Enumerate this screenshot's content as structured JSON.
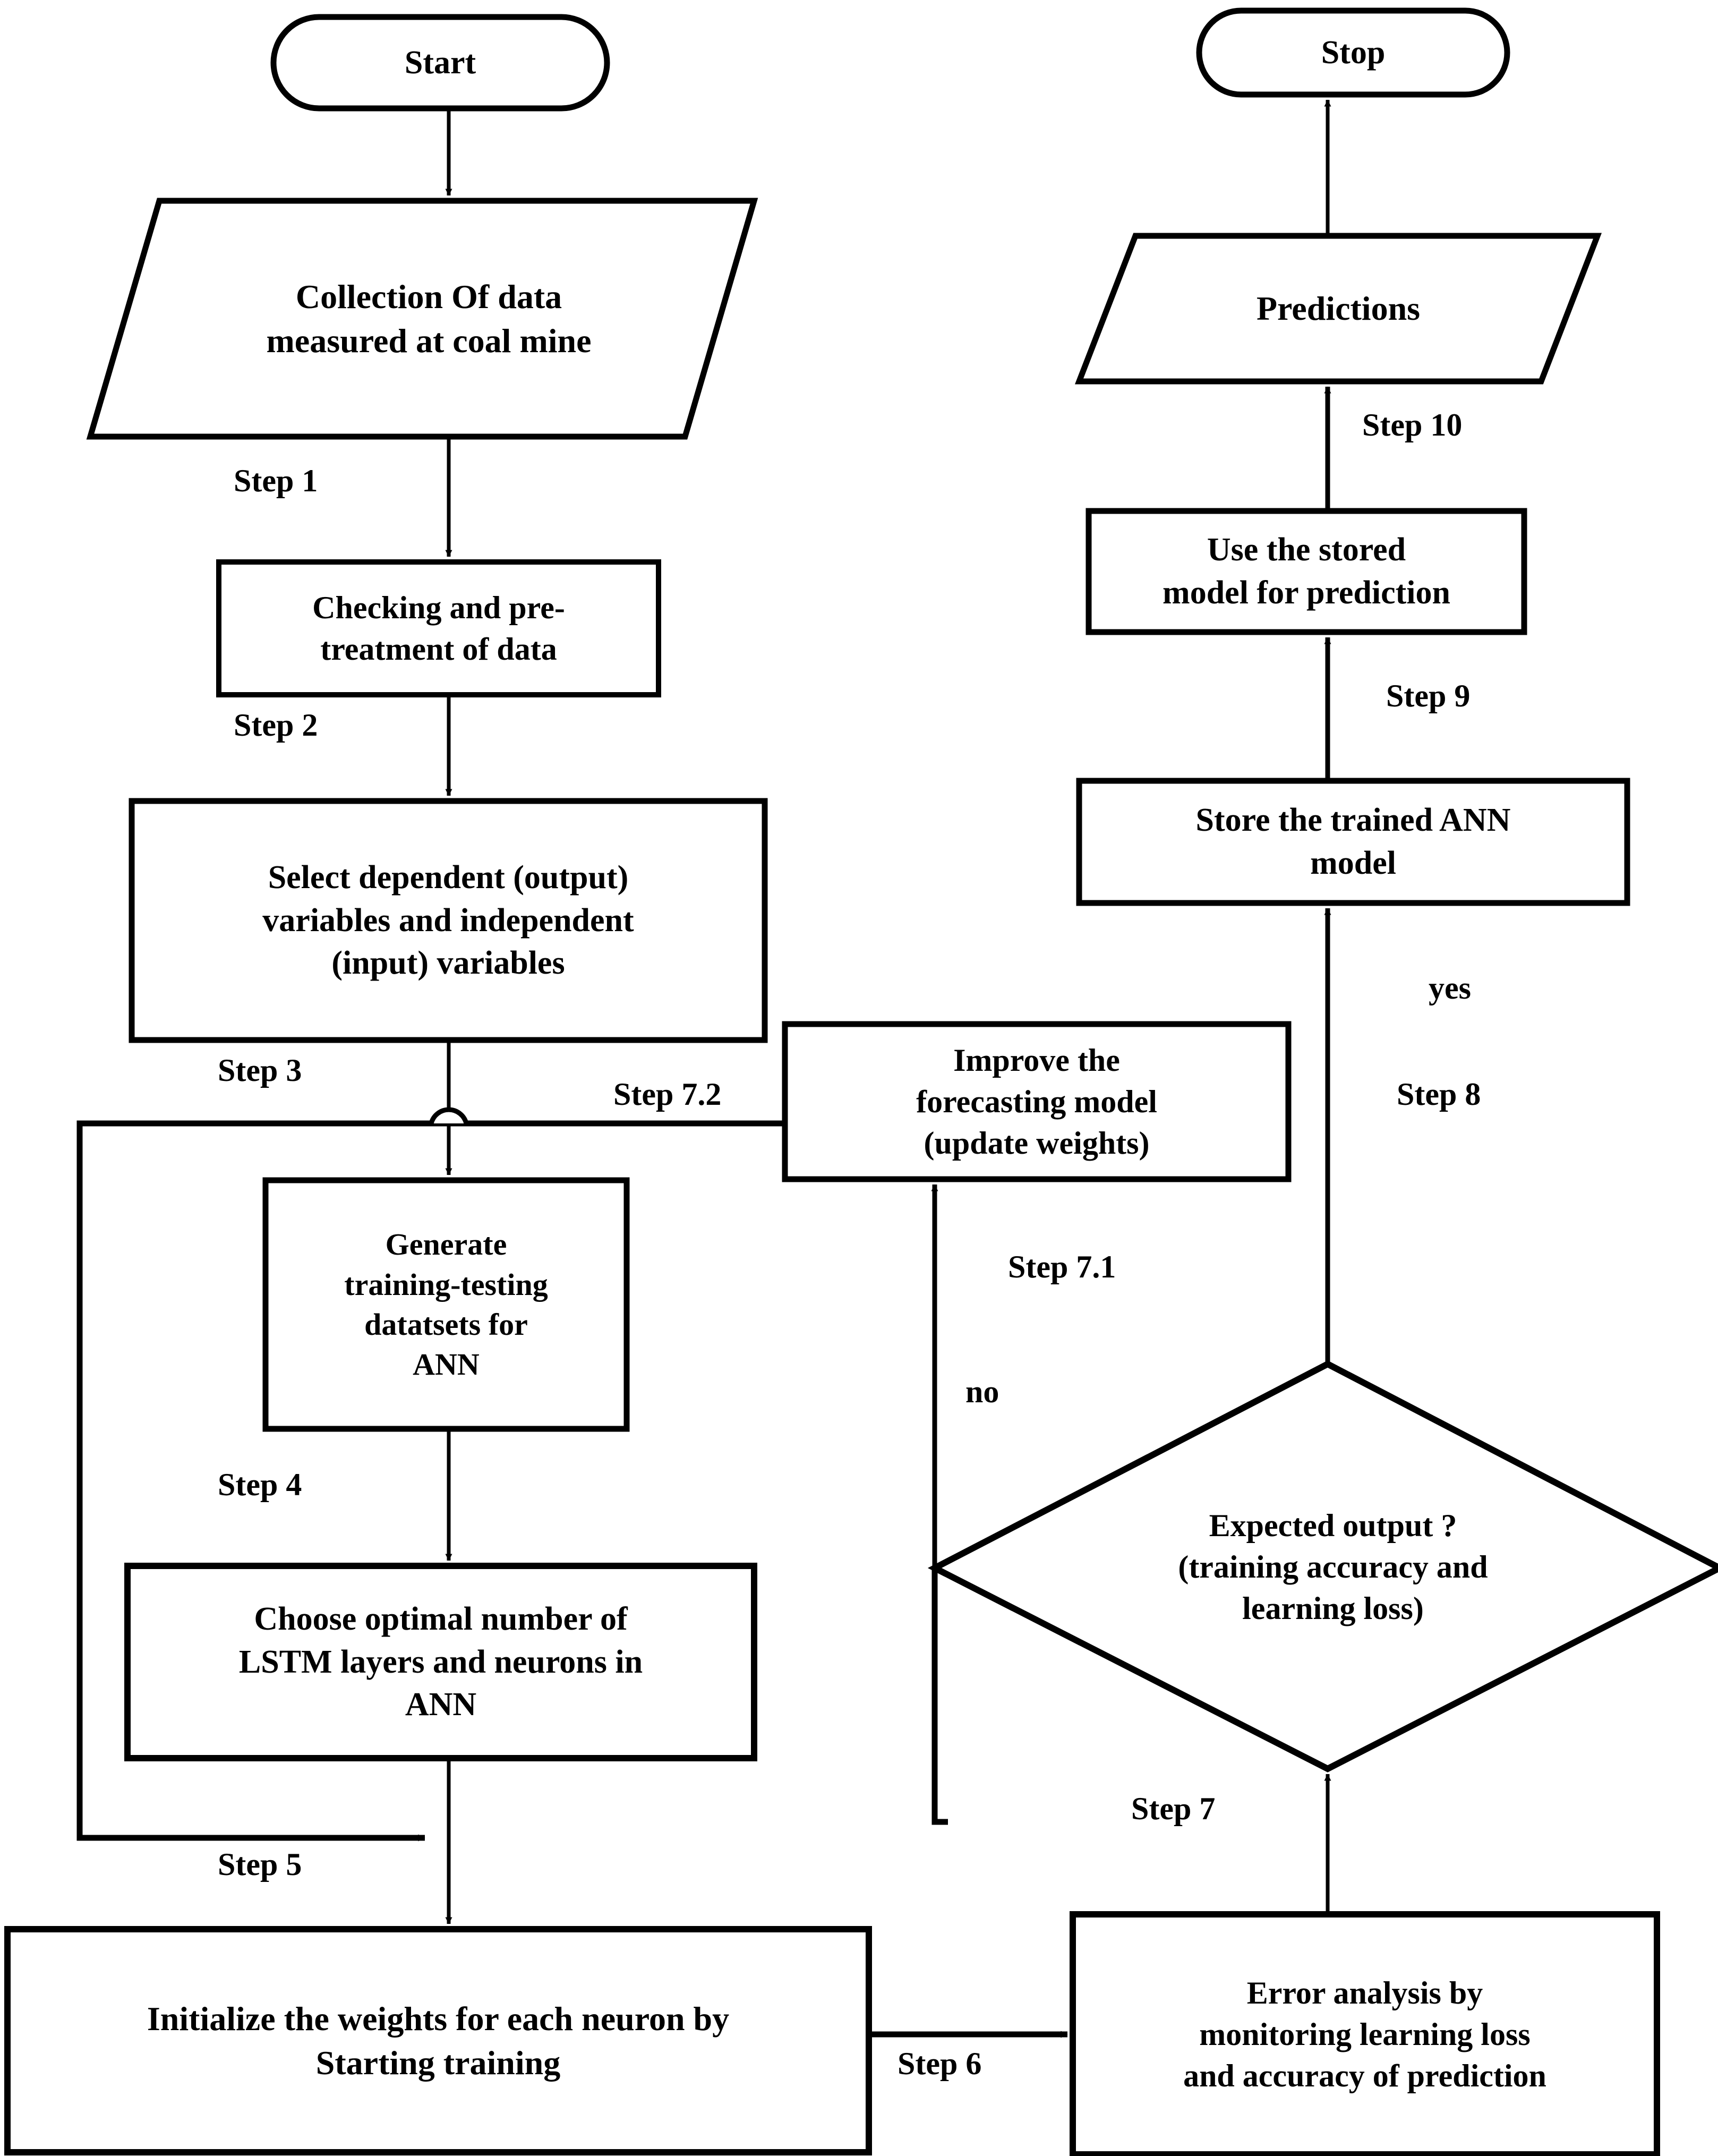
{
  "diagram": {
    "title": "LSTM-ANN forecasting workflow flowchart",
    "stroke_color": "#000000",
    "fill_color": "#ffffff",
    "background_color": "#ffffff"
  },
  "nodes": {
    "start": {
      "label": "Start",
      "shape": "terminator"
    },
    "collection": {
      "label": "Collection Of data\nmeasured at coal mine",
      "shape": "parallelogram"
    },
    "checking": {
      "label": "Checking and pre-\ntreatment of data",
      "shape": "process"
    },
    "select_variables": {
      "label": "Select dependent (output)\nvariables and independent\n(input) variables",
      "shape": "process"
    },
    "generate_datasets": {
      "label": "Generate\ntraining-testing\ndatatsets for\nANN",
      "shape": "process"
    },
    "choose_lstm": {
      "label": "Choose optimal number of\nLSTM layers and neurons in\nANN",
      "shape": "process"
    },
    "initialize_weights": {
      "label": "Initialize the weights for each neuron by\nStarting training",
      "shape": "process"
    },
    "error_analysis": {
      "label": "Error analysis by\nmonitoring learning loss\nand accuracy of prediction",
      "shape": "process"
    },
    "expected_output": {
      "label": "Expected output ?\n(training accuracy and\nlearning loss)",
      "shape": "decision"
    },
    "improve_model": {
      "label": "Improve the\nforecasting model\n(update weights)",
      "shape": "process"
    },
    "store_model": {
      "label": "Store the trained ANN\nmodel",
      "shape": "process"
    },
    "use_model": {
      "label": "Use the stored\nmodel for prediction",
      "shape": "process"
    },
    "predictions": {
      "label": "Predictions",
      "shape": "parallelogram"
    },
    "stop": {
      "label": "Stop",
      "shape": "terminator"
    }
  },
  "edge_labels": {
    "step1": "Step 1",
    "step2": "Step 2",
    "step3": "Step 3",
    "step4": "Step 4",
    "step5": "Step 5",
    "step6": "Step 6",
    "step7": "Step 7",
    "step7_1": "Step 7.1",
    "step7_2": "Step 7.2",
    "step8": "Step 8",
    "step9": "Step 9",
    "step10": "Step 10",
    "branch_no": "no",
    "branch_yes": "yes"
  }
}
